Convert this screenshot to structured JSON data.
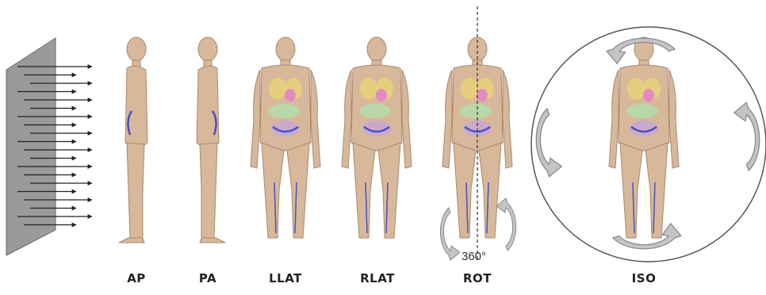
{
  "labels": {
    "ap": "AP",
    "pa": "PA",
    "llat": "LLAT",
    "rlat": "RLAT",
    "rot": "ROT",
    "iso": "ISO"
  },
  "rotation_label": "360°",
  "colors": {
    "skin": "#d8b89a",
    "skin_edge": "#a88a70",
    "lung": "#e8d27a",
    "heart": "#e58ac0",
    "liver": "#b7dca8",
    "intestine": "#c9a6d6",
    "vessel": "#4a4fc0",
    "arrow_fill": "#c4c4c4",
    "arrow_edge": "#8a8a8a",
    "plane": "#9a9a9a"
  }
}
